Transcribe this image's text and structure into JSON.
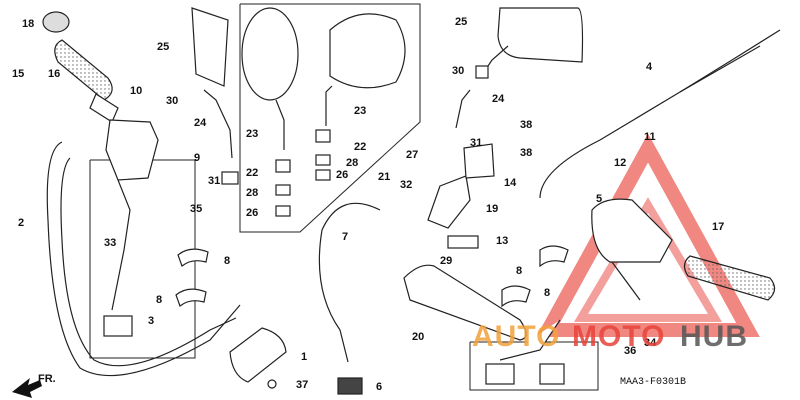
{
  "diagram": {
    "labels": {
      "l1": "1",
      "l2": "2",
      "l3": "3",
      "l4": "4",
      "l5": "5",
      "l6": "6",
      "l7": "7",
      "l8": "8",
      "l9": "9",
      "l10": "10",
      "l11": "11",
      "l12": "12",
      "l13": "13",
      "l14": "14",
      "l15": "15",
      "l16": "16",
      "l17": "17",
      "l18": "18",
      "l19": "19",
      "l20": "20",
      "l21": "21",
      "l22": "22",
      "l23": "23",
      "l24": "24",
      "l25": "25",
      "l26": "26",
      "l27": "27",
      "l28": "28",
      "l29": "29",
      "l30": "30",
      "l31": "31",
      "l32": "32",
      "l33": "33",
      "l34": "34",
      "l35": "35",
      "l36": "36",
      "l37": "37",
      "l38": "38"
    },
    "front_marker": "FR.",
    "diagram_code": "MAA3-F0301B",
    "watermark": {
      "auto": "AUTO",
      "moto": "MOTO",
      "hub": "HUB"
    },
    "colors": {
      "line": "#222222",
      "watermark_red": "#e8433a",
      "watermark_orange": "#f2a23a",
      "watermark_grey": "#555555"
    }
  }
}
